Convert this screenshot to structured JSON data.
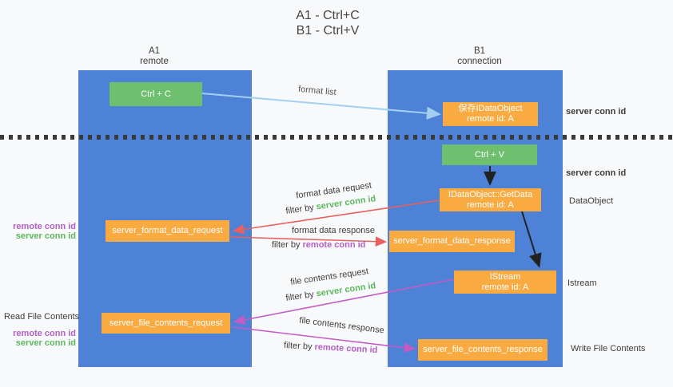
{
  "title": {
    "line1": "A1 - Ctrl+C",
    "line2": "B1 - Ctrl+V"
  },
  "columns": {
    "left": {
      "name": "A1",
      "role": "remote"
    },
    "right": {
      "name": "B1",
      "role": "connection"
    }
  },
  "boxes": {
    "ctrl_c": "Ctrl + C",
    "ctrl_v": "Ctrl + V",
    "save_idataobject": {
      "line1": "保存IDataObject",
      "line2": "remote id: A"
    },
    "getdata": {
      "line1": "IDataObject::GetData",
      "line2": "remote id: A"
    },
    "istream": {
      "line1": "IStream",
      "line2": "remote id: A"
    },
    "format_request": "server_format_data_request",
    "format_response": "server_format_data_response",
    "file_request": "server_file_contents_request",
    "file_response": "server_file_contents_response"
  },
  "flow_labels": {
    "format_list": "format list",
    "format_data_request": "format data request",
    "format_data_response": "format data response",
    "file_contents_request": "file contents request",
    "file_contents_response": "file contents response",
    "filter_by": "filter by"
  },
  "labels": {
    "server_conn_id": "server conn id",
    "remote_conn_id": "remote conn id"
  },
  "side_labels": {
    "dataobject": "DataObject",
    "istream": "Istream",
    "read_file_contents": "Read File Contents",
    "write_file_contents": "Write File Contents"
  },
  "colors": {
    "column_blue": "#4d82d6",
    "box_green": "#6ec06f",
    "box_orange": "#f9ab42",
    "label_green": "#5cb85c",
    "label_purple": "#b45fc8",
    "arrow_light_blue": "#a3d0f0",
    "arrow_red": "#e86060",
    "arrow_magenta": "#c45ac4",
    "arrow_black": "#222222"
  }
}
